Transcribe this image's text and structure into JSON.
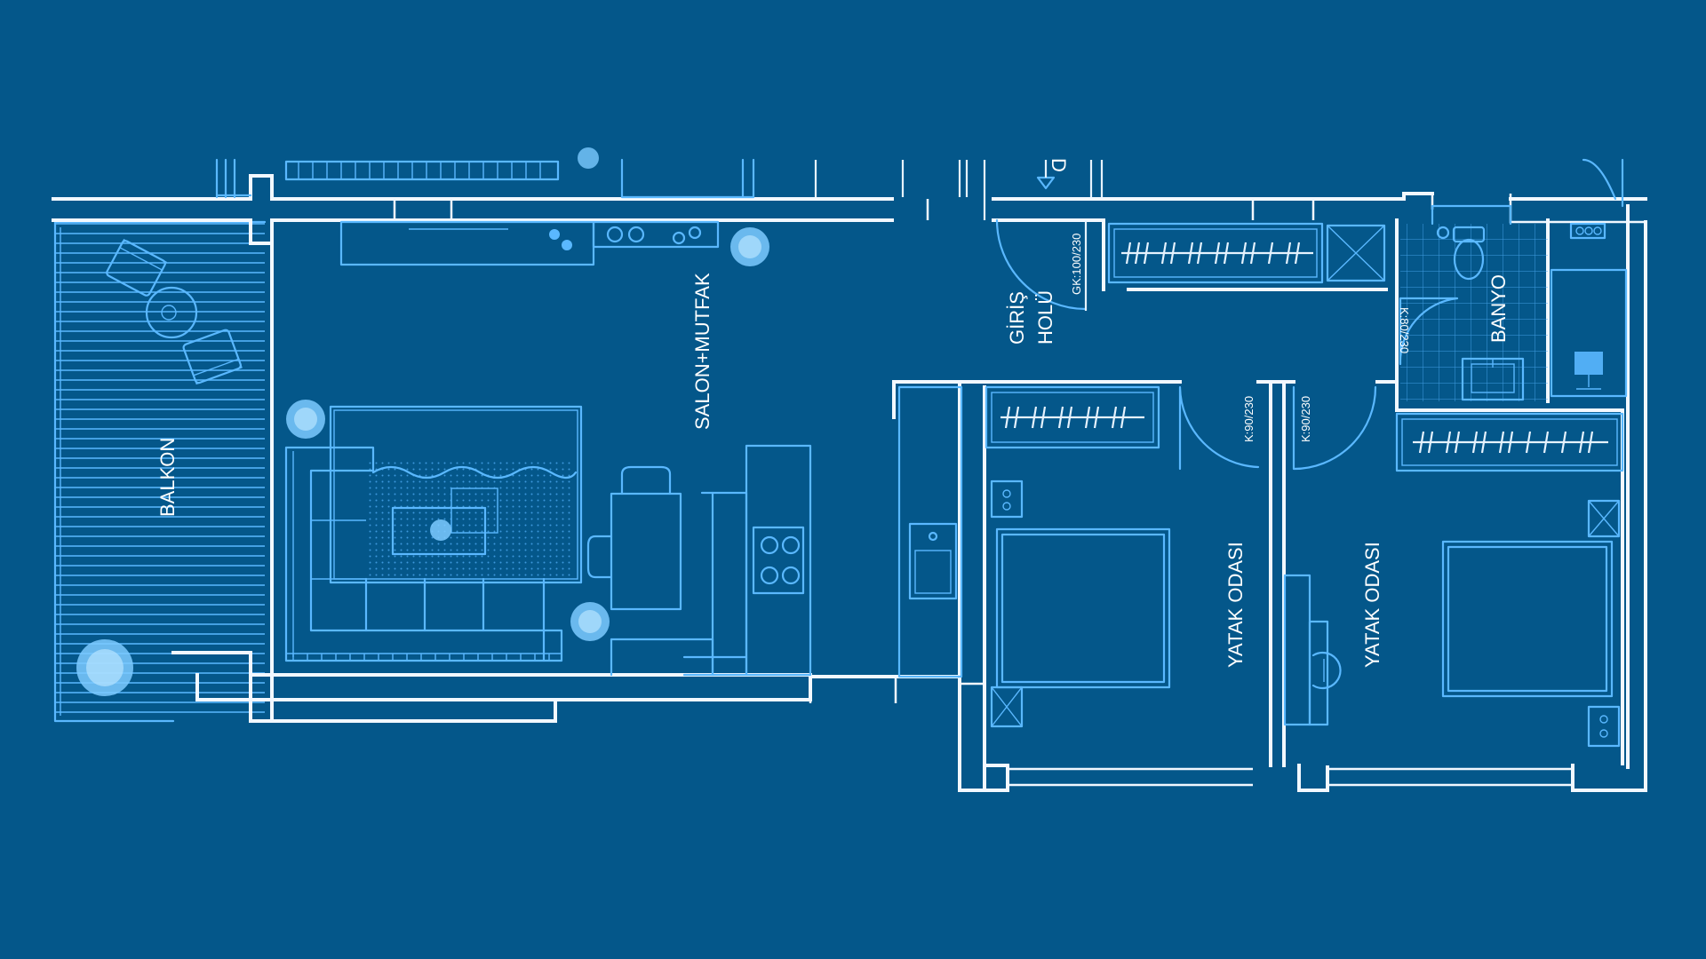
{
  "rooms": {
    "balkon": "BALKON",
    "salon_mutfak": "SALON+MUTFAK",
    "giris": "GİRİŞ",
    "holu": "HOLÜ",
    "banyo": "BANYO",
    "yatak1": "YATAK ODASI",
    "yatak2": "YATAK ODASI"
  },
  "doors": {
    "entry": "GK:100/230",
    "bath": "K:80/230",
    "bed1": "K:90/230",
    "bed2": "K:90/230"
  },
  "entrance_marker": "D",
  "colors": {
    "background": "#04578a",
    "walls": "#f2f8ff",
    "furniture": "#5ab8ff"
  }
}
